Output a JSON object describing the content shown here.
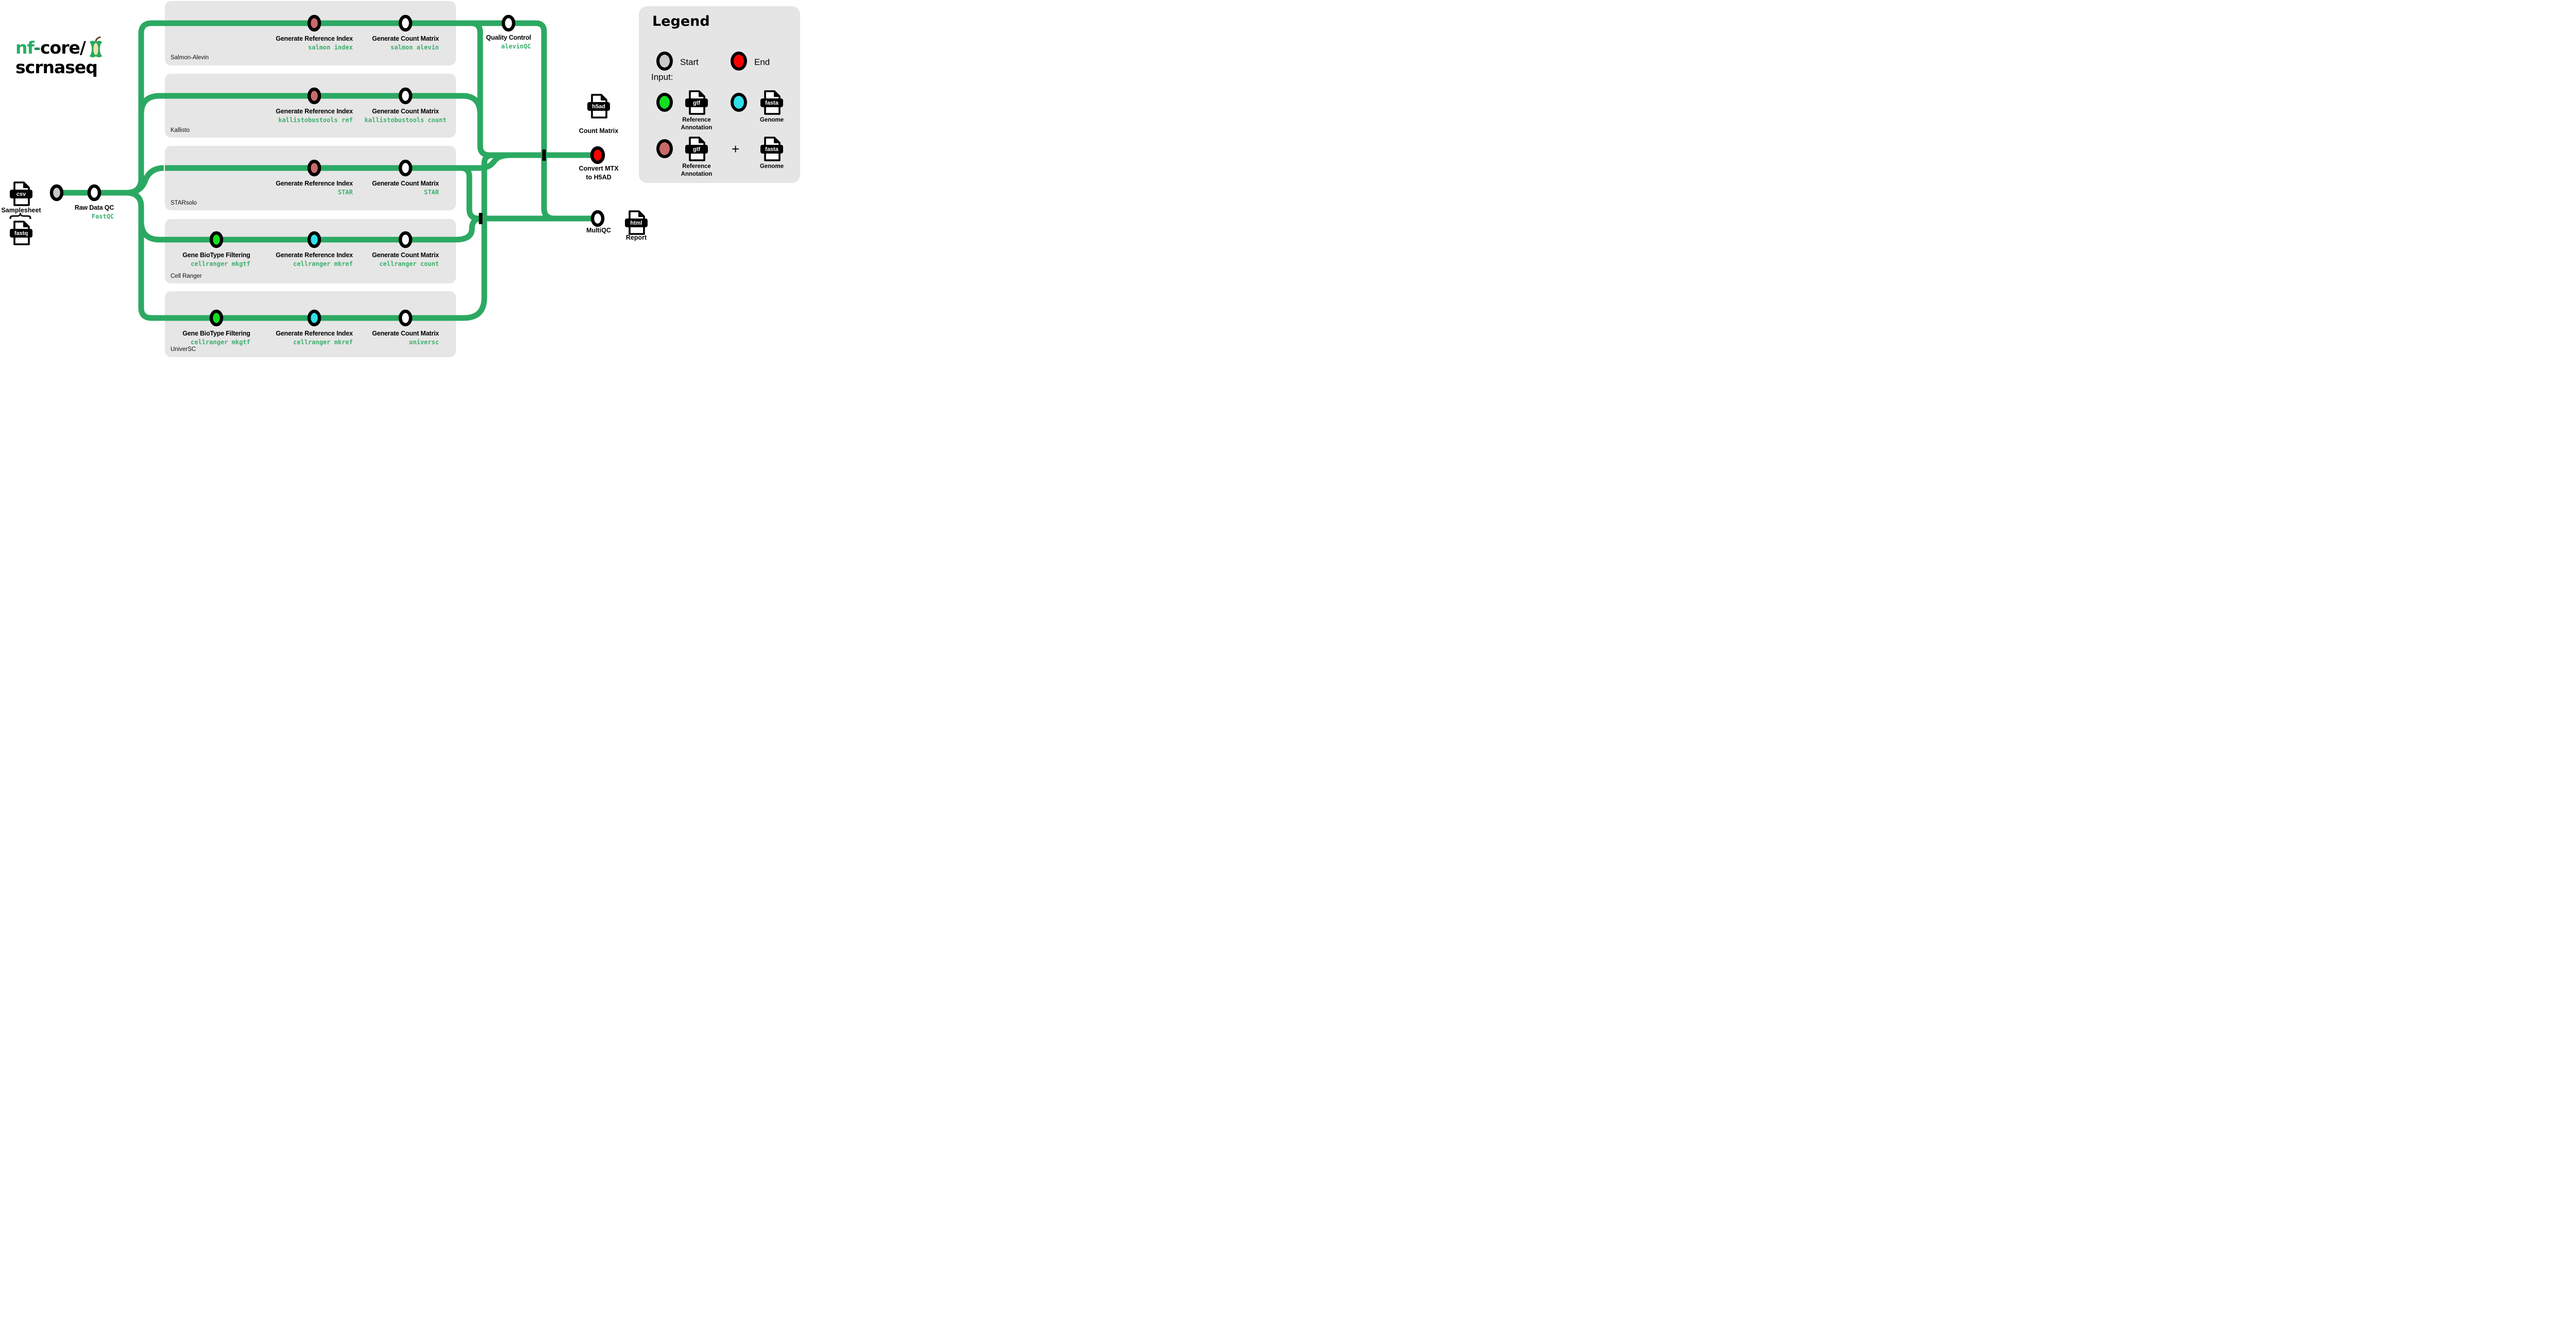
{
  "logo": {
    "line1_green": "nf",
    "line1_dash": "-",
    "line1_rest": "core/",
    "line2": "scrnaseq",
    "icon": "apple-core-icon"
  },
  "left_inputs": {
    "samplesheet_ext": "csv",
    "samplesheet_label": "Samplesheet",
    "fastq_ext": "fastq"
  },
  "raw_qc": {
    "title": "Raw Data QC",
    "cmd": "FastQC"
  },
  "tracks": [
    {
      "name": "Salmon-Alevin",
      "steps": [
        {
          "title": "Generate Reference Index",
          "cmd": "salmon index",
          "node": "annotation-plus-genome"
        },
        {
          "title": "Generate Count Matrix",
          "cmd": "salmon alevin",
          "node": "white"
        }
      ]
    },
    {
      "name": "Kallisto",
      "steps": [
        {
          "title": "Generate Reference Index",
          "cmd": "kallistobustools ref",
          "node": "annotation-plus-genome"
        },
        {
          "title": "Generate Count Matrix",
          "cmd": "kallistobustools count",
          "node": "white"
        }
      ]
    },
    {
      "name": "STARsolo",
      "steps": [
        {
          "title": "Generate Reference Index",
          "cmd": "STAR",
          "node": "annotation-plus-genome"
        },
        {
          "title": "Generate Count Matrix",
          "cmd": "STAR",
          "node": "white"
        }
      ]
    },
    {
      "name": "Cell Ranger",
      "steps": [
        {
          "title": "Gene BioType Filtering",
          "cmd": "cellranger mkgtf",
          "node": "annotation"
        },
        {
          "title": "Generate Reference Index",
          "cmd": "cellranger mkref",
          "node": "genome"
        },
        {
          "title": "Generate Count Matrix",
          "cmd": "cellranger count",
          "node": "white"
        }
      ]
    },
    {
      "name": "UniverSC",
      "steps": [
        {
          "title": "Gene BioType Filtering",
          "cmd": "cellranger mkgtf",
          "node": "annotation"
        },
        {
          "title": "Generate Reference Index",
          "cmd": "cellranger mkref",
          "node": "genome"
        },
        {
          "title": "Generate Count Matrix",
          "cmd": "universc",
          "node": "white"
        }
      ]
    }
  ],
  "quality_control": {
    "title": "Quality Control",
    "cmd": "alevinQC"
  },
  "outputs": {
    "count_matrix_ext": "h5ad",
    "count_matrix_label": "Count Matrix",
    "convert_line1": "Convert MTX",
    "convert_line2": "to H5AD",
    "multiqc_label": "MultiQC",
    "report_ext": "html",
    "report_label": "Report"
  },
  "legend": {
    "title": "Legend",
    "start_label": "Start",
    "end_label": "End",
    "input_label": "Input:",
    "plus": "+",
    "gtf_ext": "gtf",
    "fasta_ext": "fasta",
    "ref_annotation_line1": "Reference",
    "ref_annotation_line2": "Annotation",
    "genome_label": "Genome"
  },
  "colors": {
    "line_green": "#2BA962",
    "code_green": "#3FAF6F",
    "box_gray": "#E6E6E6",
    "legend_gray": "#E5E5E5",
    "start_gray": "#C9C9C9",
    "end_red": "#F80400",
    "input_annotation_green": "#15DD20",
    "input_genome_cyan": "#2FE0E9",
    "input_both_rose": "#C96A6A",
    "node_white": "#FFFFFF",
    "logo_green": "#26AF64"
  },
  "icons": [
    "file-icon",
    "apple-core-icon",
    "curly-brace-icon",
    "station-node-icon",
    "interchange-tick-icon"
  ]
}
